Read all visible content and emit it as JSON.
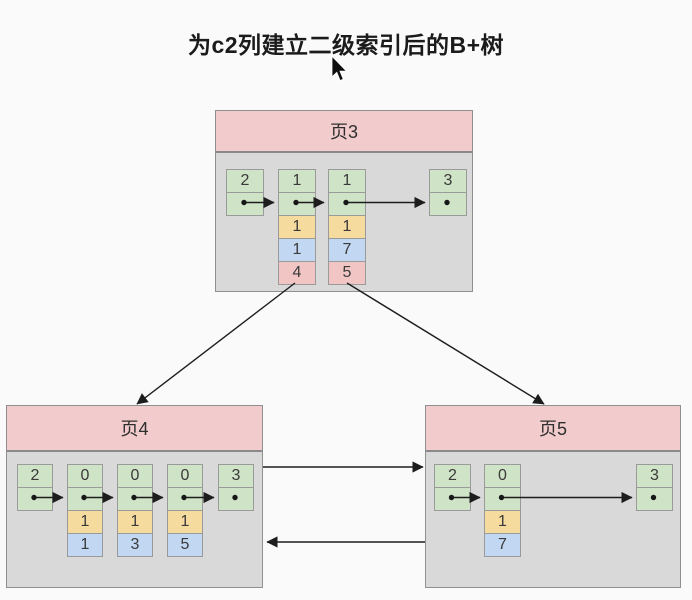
{
  "title": "为c2列建立二级索引后的B+树",
  "icons": {
    "cursor": "mouse-arrow-cursor",
    "record_pointer": "dot"
  },
  "palette": {
    "bg": "#fafafa",
    "page_header": "#f2cccc",
    "page_body": "#d9d9d9",
    "cell_green": "#cfe3c6",
    "cell_orange": "#f6db9e",
    "cell_blue": "#c2d7f2",
    "cell_pink": "#f2c5c5",
    "arrow": "#1d1d1d"
  },
  "pages": [
    {
      "label": "页3",
      "records": [
        {
          "cells": [
            {
              "v": "2",
              "c": "green"
            },
            {
              "dot": true,
              "c": "green"
            }
          ]
        },
        {
          "cells": [
            {
              "v": "1",
              "c": "green"
            },
            {
              "dot": true,
              "c": "green"
            },
            {
              "v": "1",
              "c": "orange"
            },
            {
              "v": "1",
              "c": "blue"
            },
            {
              "v": "4",
              "c": "pink"
            }
          ]
        },
        {
          "cells": [
            {
              "v": "1",
              "c": "green"
            },
            {
              "dot": true,
              "c": "green"
            },
            {
              "v": "1",
              "c": "orange"
            },
            {
              "v": "7",
              "c": "blue"
            },
            {
              "v": "5",
              "c": "pink"
            }
          ]
        },
        {
          "cells": [
            {
              "v": "3",
              "c": "green"
            },
            {
              "dot": true,
              "c": "green"
            }
          ]
        }
      ]
    },
    {
      "label": "页4",
      "records": [
        {
          "cells": [
            {
              "v": "2",
              "c": "green"
            },
            {
              "dot": true,
              "c": "green"
            }
          ]
        },
        {
          "cells": [
            {
              "v": "0",
              "c": "green"
            },
            {
              "dot": true,
              "c": "green"
            },
            {
              "v": "1",
              "c": "orange"
            },
            {
              "v": "1",
              "c": "blue"
            }
          ]
        },
        {
          "cells": [
            {
              "v": "0",
              "c": "green"
            },
            {
              "dot": true,
              "c": "green"
            },
            {
              "v": "1",
              "c": "orange"
            },
            {
              "v": "3",
              "c": "blue"
            }
          ]
        },
        {
          "cells": [
            {
              "v": "0",
              "c": "green"
            },
            {
              "dot": true,
              "c": "green"
            },
            {
              "v": "1",
              "c": "orange"
            },
            {
              "v": "5",
              "c": "blue"
            }
          ]
        },
        {
          "cells": [
            {
              "v": "3",
              "c": "green"
            },
            {
              "dot": true,
              "c": "green"
            }
          ]
        }
      ]
    },
    {
      "label": "页5",
      "records": [
        {
          "cells": [
            {
              "v": "2",
              "c": "green"
            },
            {
              "dot": true,
              "c": "green"
            }
          ]
        },
        {
          "cells": [
            {
              "v": "0",
              "c": "green"
            },
            {
              "dot": true,
              "c": "green"
            },
            {
              "v": "1",
              "c": "orange"
            },
            {
              "v": "7",
              "c": "blue"
            }
          ]
        },
        {
          "cells": [
            {
              "v": "3",
              "c": "green"
            },
            {
              "dot": true,
              "c": "green"
            }
          ]
        }
      ]
    }
  ]
}
